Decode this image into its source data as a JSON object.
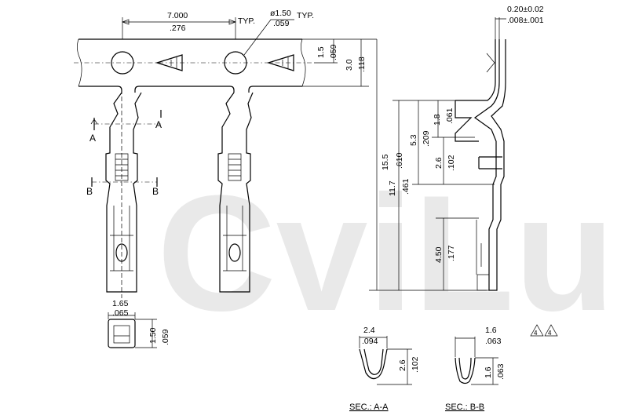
{
  "watermark": "CviLu",
  "front_view": {
    "pitch_mm": "7.000",
    "pitch_in": ".276",
    "pitch_note": "TYP.",
    "hole_dia_mm": "ø1.50",
    "hole_dia_in": ".059",
    "hole_note": "TYP.",
    "hole_offset_mm": "1.5",
    "hole_offset_in": ".059",
    "carrier_width_mm": "3.0",
    "carrier_width_in": ".118",
    "section_a": "A",
    "section_b": "B"
  },
  "end_view": {
    "width_mm": "1.65",
    "width_in": ".065",
    "height_mm": "1.50",
    "height_in": ".059"
  },
  "side_view": {
    "thickness_mm": "0.20±0.02",
    "thickness_in": ".008±.001",
    "total_length_mm": "15.5",
    "total_length_in": ".610",
    "length_117_mm": "11.7",
    "length_117_in": ".461",
    "length_53_mm": "5.3",
    "length_53_in": ".209",
    "length_18_mm": "1.8",
    "length_18_in": ".061",
    "length_26_mm": "2.6",
    "length_26_in": ".102",
    "length_450_mm": "4.50",
    "length_450_in": ".177"
  },
  "section_aa": {
    "width_mm": "2.4",
    "width_in": ".094",
    "height_mm": "2.6",
    "height_in": ".102",
    "label": "SEC.: A-A"
  },
  "section_bb": {
    "width_mm": "1.6",
    "width_in": ".063",
    "height_mm": "1.6",
    "height_in": ".063",
    "label": "SEC.: B-B"
  },
  "revision_marks": [
    "4",
    "4"
  ]
}
